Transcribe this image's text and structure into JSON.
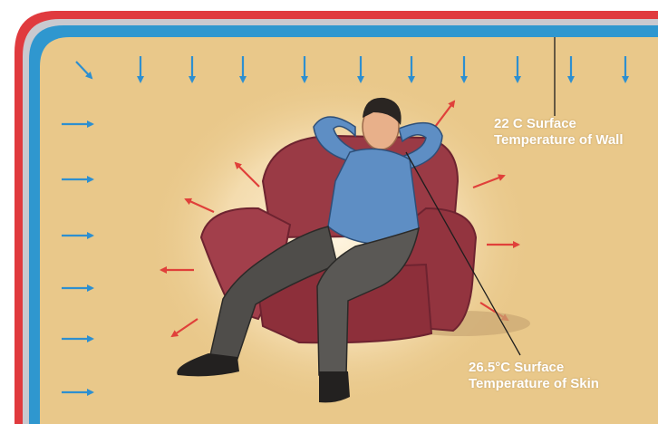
{
  "colors": {
    "wall_background": "#e9c88a",
    "wall_warm_stripe": "#e03a3e",
    "wall_cool_stripe": "#2f97cf",
    "wall_middle_stripe": "#c9c9cf",
    "cold_arrow": "#2d8fd0",
    "warm_arrow": "#e0403a",
    "armchair": "#9a3a45",
    "shirt": "#5e8ec4",
    "trousers": "#4f4d4a",
    "skin": "#e8b08a"
  },
  "icons": {
    "cold_arrow": "arrow-icon",
    "warm_arrow": "arrow-icon",
    "person": "person-in-armchair-icon"
  },
  "callouts": {
    "wall": {
      "line1": "22 C Surface",
      "line2": "Temperature of Wall"
    },
    "skin": {
      "line1": "26.5°C Surface",
      "line2": "Temperature of Skin"
    }
  }
}
